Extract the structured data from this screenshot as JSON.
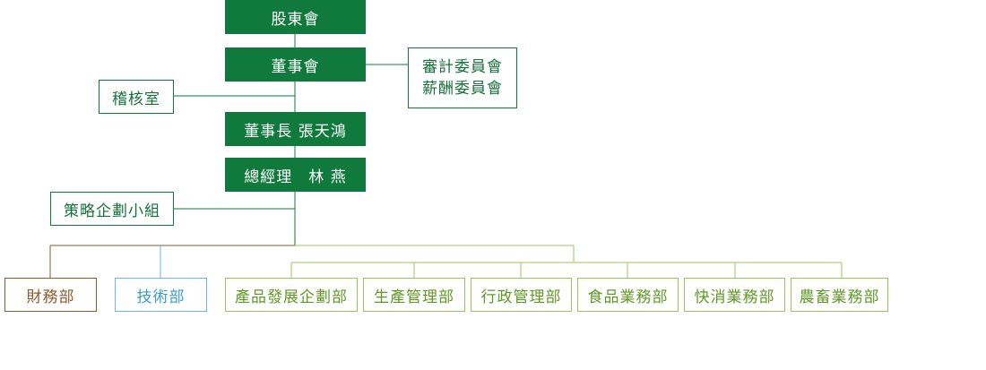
{
  "chart": {
    "shareholders": "股東會",
    "board": "董事會",
    "committees": [
      "審計委員會",
      "薪酬委員會"
    ],
    "audit_office": "稽核室",
    "chairman": "董事長 張天鴻",
    "general_manager": "總經理　林 燕",
    "strategy_group": "策略企劃小組",
    "finance": "財務部",
    "technology": "技術部",
    "departments": [
      "產品發展企劃部",
      "生產管理部",
      "行政管理部",
      "食品業務部",
      "快消業務部",
      "農畜業務部"
    ]
  },
  "colors": {
    "primary_green": "#0f7a3c",
    "light_green": "#9cc55e",
    "brown": "#8a5a2b",
    "blue": "#6fb7d8"
  }
}
